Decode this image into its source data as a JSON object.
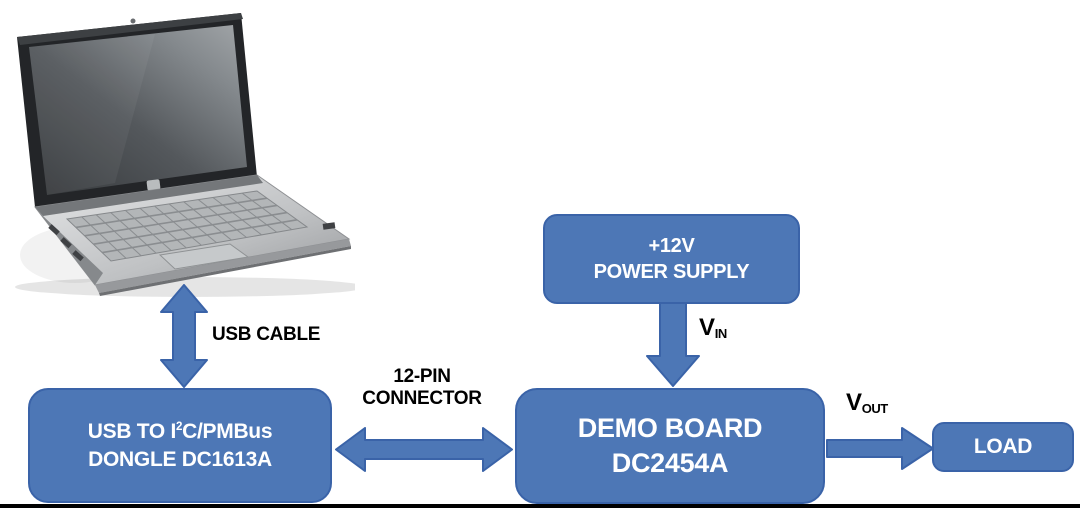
{
  "colors": {
    "box_fill": "#4d77b6",
    "box_border": "#3a63a8",
    "box_text": "#ffffff",
    "label_text": "#000000",
    "rule": "#000000"
  },
  "laptop": {
    "name": "laptop-computer-photo"
  },
  "connections": {
    "usb_cable": {
      "label": "USB CABLE"
    },
    "pin_connector": {
      "label_line1": "12-PIN",
      "label_line2": "CONNECTOR"
    },
    "vin": {
      "base": "V",
      "sub": "IN"
    },
    "vout": {
      "base": "V",
      "sub": "OUT"
    }
  },
  "boxes": {
    "dongle": {
      "line1_pre": "USB TO I",
      "line1_sup": "2",
      "line1_post": "C/PMBus",
      "line2": "DONGLE DC1613A"
    },
    "power_supply": {
      "line1": "+12V",
      "line2": "POWER SUPPLY"
    },
    "demo_board": {
      "line1": "DEMO BOARD",
      "line2": "DC2454A"
    },
    "load": {
      "label": "LOAD"
    }
  }
}
